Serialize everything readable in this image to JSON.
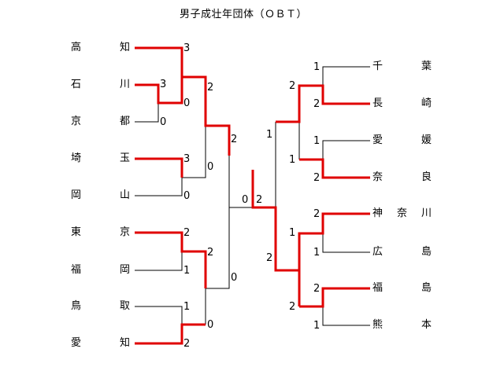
{
  "title": "男子成壮年団体（ＯＢＴ）",
  "left_teams": [
    {
      "c1": "高",
      "c2": "知"
    },
    {
      "c1": "石",
      "c2": "川"
    },
    {
      "c1": "京",
      "c2": "都"
    },
    {
      "c1": "埼",
      "c2": "玉"
    },
    {
      "c1": "岡",
      "c2": "山"
    },
    {
      "c1": "東",
      "c2": "京"
    },
    {
      "c1": "福",
      "c2": "岡"
    },
    {
      "c1": "鳥",
      "c2": "取"
    },
    {
      "c1": "愛",
      "c2": "知"
    }
  ],
  "right_teams": [
    {
      "c1": "千",
      "c2": "",
      "c3": "葉"
    },
    {
      "c1": "長",
      "c2": "",
      "c3": "崎"
    },
    {
      "c1": "愛",
      "c2": "",
      "c3": "媛"
    },
    {
      "c1": "奈",
      "c2": "",
      "c3": "良"
    },
    {
      "c1": "神",
      "c2": "奈",
      "c3": "川"
    },
    {
      "c1": "広",
      "c2": "",
      "c3": "島"
    },
    {
      "c1": "福",
      "c2": "",
      "c3": "島"
    },
    {
      "c1": "熊",
      "c2": "",
      "c3": "本"
    }
  ],
  "scores": {
    "l_r1_top": "3",
    "l_r1_mid": "3",
    "l_r1_bot": "0",
    "l_r1b_kyoto": "0",
    "l_r2_a": "2",
    "l_r2_b": "0",
    "l_saitama": "3",
    "l_okayama": "0",
    "l_tokyo": "2",
    "l_fukuoka": "1",
    "l_tottori": "1",
    "l_aichi": "2",
    "l_r2_c": "2",
    "l_r2_d": "0",
    "l_r3_top": "2",
    "l_r3_bot": "0",
    "final_left": "0",
    "final_right": "2",
    "r_chiba": "1",
    "r_nagasaki": "2",
    "r_ehime": "1",
    "r_nara": "2",
    "r_kanagawa": "2",
    "r_hiroshima": "1",
    "r_fukushima": "2",
    "r_kumamoto": "1",
    "r_r2_a": "2",
    "r_r2_b": "1",
    "r_r2_c": "1",
    "r_r2_d": "2",
    "r_r3_top": "1",
    "r_r3_bot": "2"
  },
  "colors": {
    "win": "#e00000",
    "line": "#000000"
  }
}
